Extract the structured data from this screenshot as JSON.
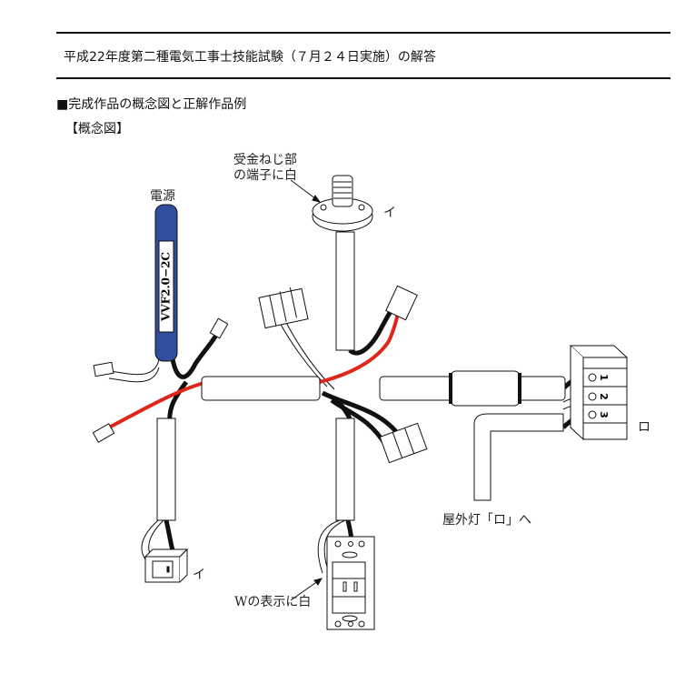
{
  "header": {
    "title": "平成22年度第二種電気工事士技能試験（７月２４日実施）の解答"
  },
  "section": {
    "heading": "■完成作品の概念図と正解作品例",
    "subheading": "【概念図】"
  },
  "diagram": {
    "power_label": "電源",
    "cable_label": "VVF2.0−2C",
    "receptacle_note_line1": "受金ねじ部",
    "receptacle_note_line2": "の端子に白",
    "receptacle_mark": "イ",
    "switch_mark": "イ",
    "outlet_note": "Wの表示に白",
    "outdoor_note": "屋外灯「ロ」へ",
    "terminal_mark": "ロ",
    "terminals": [
      "1",
      "2",
      "3"
    ],
    "colors": {
      "cable_blue": "#2f4f9e",
      "wire_red": "#e0261b",
      "wire_black": "#111111"
    }
  }
}
